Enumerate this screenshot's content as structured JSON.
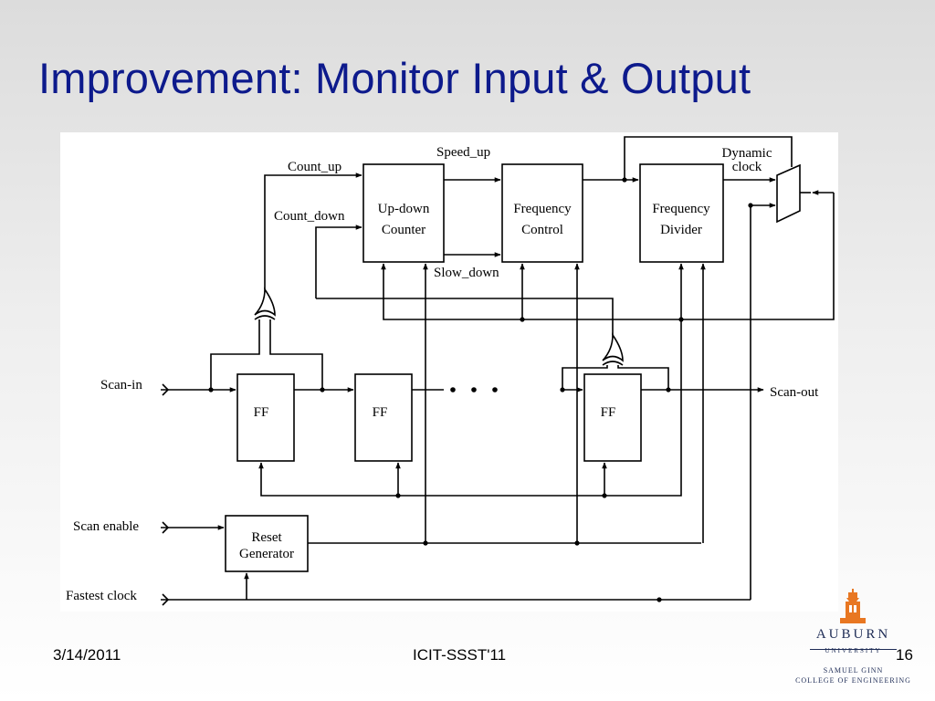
{
  "slide": {
    "title": "Improvement: Monitor Input & Output",
    "date": "3/14/2011",
    "footer": "ICIT-SSST'11",
    "page_number": "16"
  },
  "diagram": {
    "blocks": {
      "updown_counter": [
        "Up-down",
        "Counter"
      ],
      "frequency_control": [
        "Frequency",
        "Control"
      ],
      "frequency_divider": [
        "Frequency",
        "Divider"
      ],
      "reset_generator": [
        "Reset",
        "Generator"
      ],
      "ff": "FF"
    },
    "signals": {
      "count_up": "Count_up",
      "count_down": "Count_down",
      "speed_up": "Speed_up",
      "slow_down": "Slow_down",
      "dynamic_clock": [
        "Dynamic",
        "clock"
      ],
      "scan_in": "Scan-in",
      "scan_out": "Scan-out",
      "scan_enable": "Scan enable",
      "fastest_clock": "Fastest clock"
    }
  },
  "logo": {
    "name": "AUBURN",
    "university": "UNIVERSITY",
    "college_line1": "SAMUEL GINN",
    "college_line2": "COLLEGE OF ENGINEERING"
  },
  "colors": {
    "title": "#0d1a8c",
    "logo_orange": "#e87722",
    "logo_navy": "#1d2b55"
  }
}
